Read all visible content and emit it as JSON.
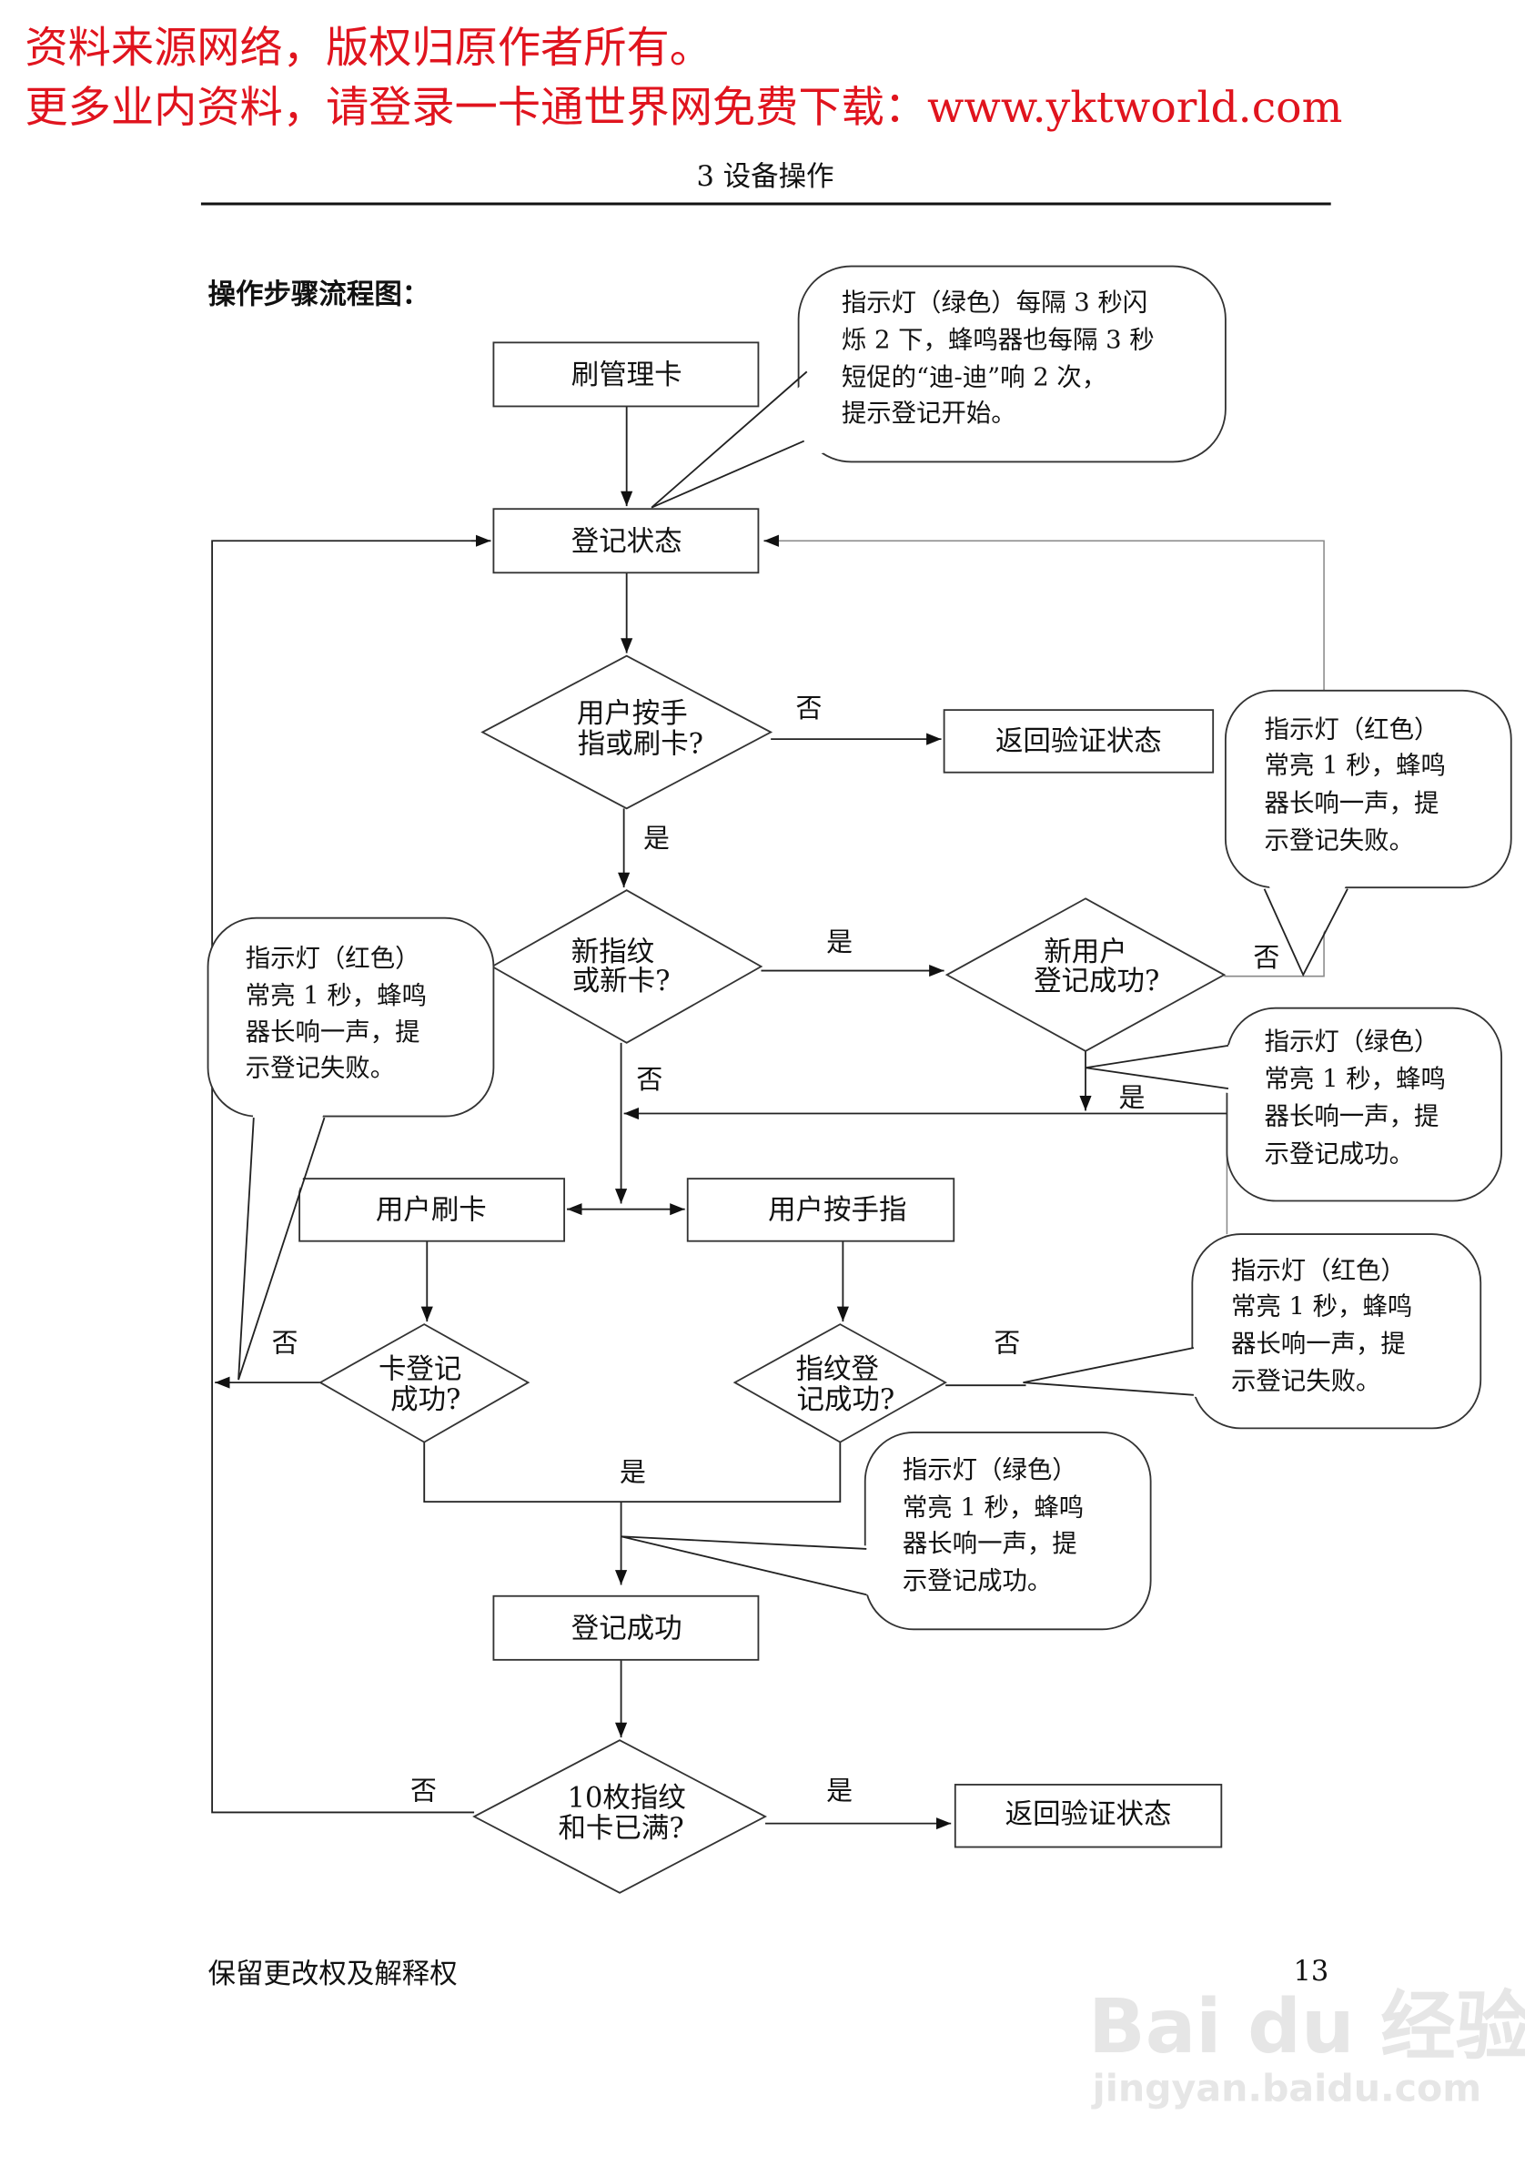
{
  "watermark_header": {
    "line1": "资料来源网络，版权归原作者所有。",
    "line2": "更多业内资料，请登录一卡通世界网免费下载：www.yktworld.com",
    "color": "#e0141e"
  },
  "header": {
    "section": "3  设备操作"
  },
  "section_title": "操作步骤流程图：",
  "flow": {
    "swipe_admin_card": "刷管理卡",
    "register_state": "登记状态",
    "d1": [
      "用户按手",
      "指或刷卡?"
    ],
    "d1_no": "否",
    "d1_yes": "是",
    "return_verify_1": "返回验证状态",
    "d2": [
      "新指纹",
      "或新卡?"
    ],
    "d2_yes": "是",
    "d2_no": "否",
    "d3": [
      "新用户",
      "登记成功?"
    ],
    "d3_no": "否",
    "d3_yes": "是",
    "user_swipe_card": "用户刷卡",
    "user_press_finger": "用户按手指",
    "d4": [
      "卡登记",
      "成功?"
    ],
    "d4_no": "否",
    "d5": [
      "指纹登",
      "记成功?"
    ],
    "d5_no": "否",
    "merge_yes": "是",
    "register_success": "登记成功",
    "d6": [
      "10枚指纹",
      "和卡已满?"
    ],
    "d6_no": "否",
    "d6_yes": "是",
    "return_verify_2": "返回验证状态"
  },
  "callouts": {
    "start": [
      "指示灯（绿色）每隔 3 秒闪",
      "烁 2 下，蜂鸣器也每隔 3 秒",
      "短促的“迪-迪”响 2 次，",
      "提示登记开始。"
    ],
    "fail_right": [
      "指示灯（红色）",
      "常亮 1 秒，蜂鸣",
      "器长响一声，提",
      "示登记失败。"
    ],
    "fail_left": [
      "指示灯（红色）",
      "常亮 1 秒，蜂鸣",
      "器长响一声，提",
      "示登记失败。"
    ],
    "success_right": [
      "指示灯（绿色）",
      "常亮 1 秒，蜂鸣",
      "器长响一声，提",
      "示登记成功。"
    ],
    "fail_finger": [
      "指示灯（红色）",
      "常亮 1 秒，蜂鸣",
      "器长响一声，提",
      "示登记失败。"
    ],
    "success_merge": [
      "指示灯（绿色）",
      "常亮 1 秒，蜂鸣",
      "器长响一声，提",
      "示登记成功。"
    ]
  },
  "footer": {
    "left": "保留更改权及解释权",
    "page": "13"
  },
  "baidu_watermark": {
    "logo": "Bai du 经验",
    "url": "jingyan.baidu.com"
  }
}
